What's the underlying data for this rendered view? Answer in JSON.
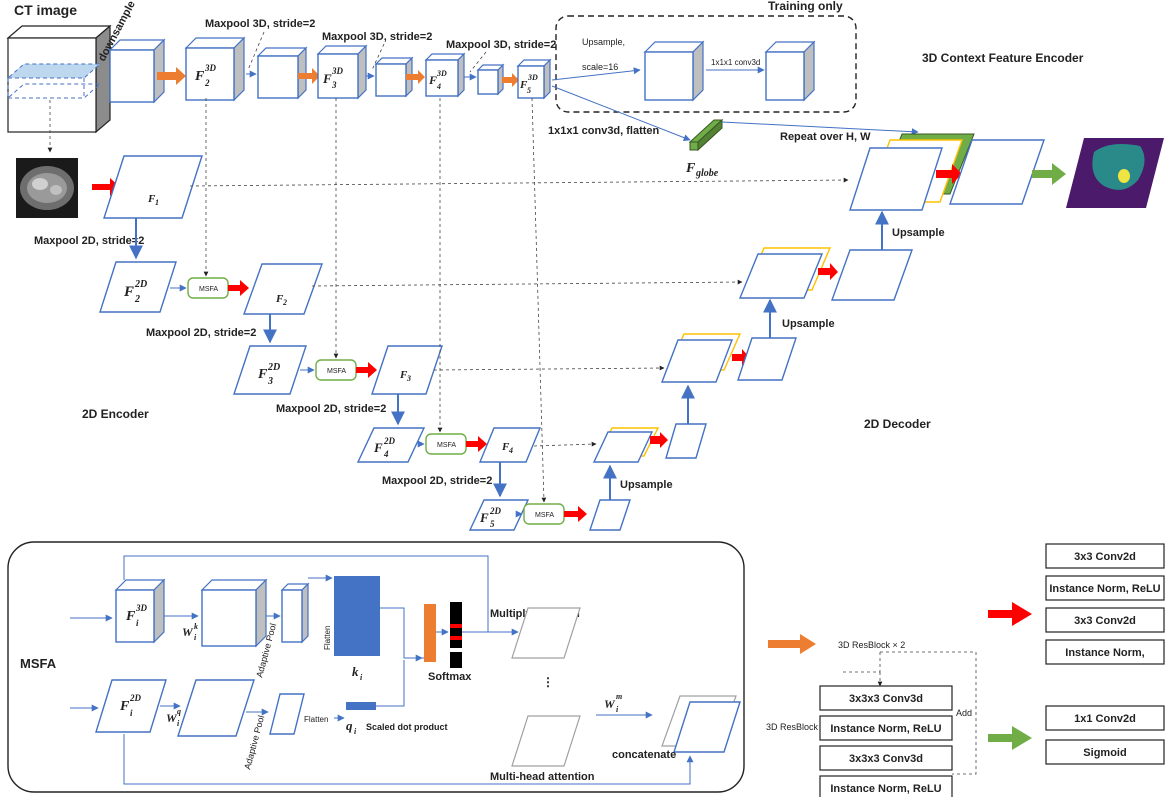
{
  "labels": {
    "ct_image": "CT image",
    "downsample": "downsample",
    "training_only": "Training only",
    "maxpool3d": "Maxpool 3D, stride=2",
    "upsample_scale": "Upsample,",
    "scale16": "scale=16",
    "conv3d_1x1": "1x1x1 conv3d",
    "conv3d_flatten": "1x1x1 conv3d, flatten",
    "repeat_hw": "Repeat over H, W",
    "context_encoder": "3D Context Feature Encoder",
    "maxpool2d": "Maxpool 2D, stride=2",
    "upsample": "Upsample",
    "encoder_2d": "2D Encoder",
    "decoder_2d": "2D Decoder",
    "msfa": "MSFA",
    "msfa_title": "MSFA",
    "adaptive_pool": "Adaptive Pool",
    "flatten": "Flatten",
    "softmax": "Softmax",
    "multiply_sum": "Multiply and sum",
    "scaled_dot": "Scaled dot product",
    "concatenate": "concatenate",
    "multihead": "Multi-head attention",
    "ellipsis": "⋮"
  },
  "symbols": {
    "f1": "F",
    "f1_sub": "1",
    "f2": "F",
    "f2_sub": "2",
    "f3": "F",
    "f3_sub": "3",
    "f4": "F",
    "f4_sub": "4",
    "f3d": "F",
    "sup3d": "3D",
    "f2d": "F",
    "sup2d": "2D",
    "s2": "2",
    "s3": "3",
    "s4": "4",
    "s5": "5",
    "fglobe": "F",
    "fglobe_sub": "globe",
    "fi": "F",
    "i": "i",
    "wk": "W",
    "k": "k",
    "wq": "W",
    "q": "q",
    "wm": "W",
    "m": "m",
    "ki": "k",
    "qi": "q"
  },
  "legend": {
    "orange_label": "3D ResBlock × 2",
    "resblock_label": "3D ResBlock",
    "add_label": "Add",
    "resblock_items": [
      "3x3x3 Conv3d",
      "Instance Norm, ReLU",
      "3x3x3 Conv3d",
      "Instance Norm, ReLU"
    ],
    "red_items": [
      "3x3 Conv2d",
      "Instance Norm, ReLU",
      "3x3 Conv2d",
      "Instance Norm,"
    ],
    "green_items": [
      "1x1 Conv2d",
      "Sigmoid"
    ]
  },
  "colors": {
    "blue": "#4472c4",
    "orange": "#ed7d31",
    "red": "#ff0000",
    "green": "#70ad47",
    "yellow": "#ffc000",
    "gray": "#bfbfbf",
    "key_blue": "#4472c4",
    "softmax_orange": "#ed7d31",
    "seg_purple": "#4b1a6b",
    "seg_teal": "#2a8a8a",
    "seg_yellow": "#f0e442"
  }
}
